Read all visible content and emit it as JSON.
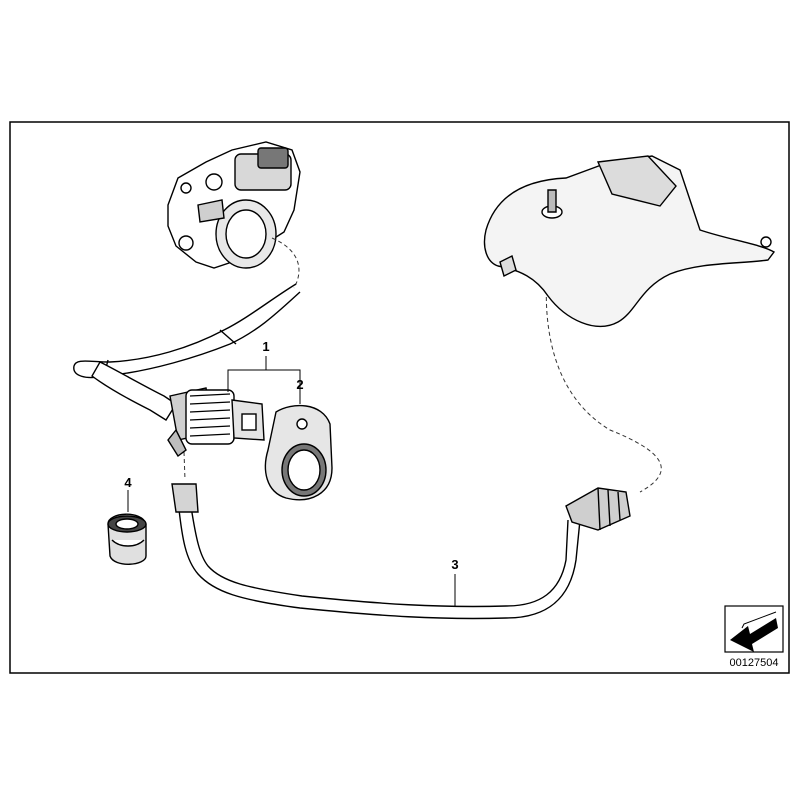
{
  "diagram": {
    "callouts": [
      "1",
      "2",
      "3",
      "4"
    ],
    "part_number": "00127504",
    "icons": [
      "direction-arrow-icon"
    ]
  }
}
